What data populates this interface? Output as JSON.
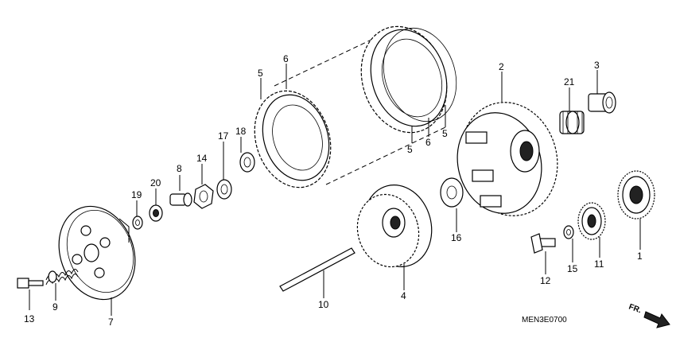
{
  "diagram": {
    "code": "MEN3E0700",
    "direction_label": "FR.",
    "callouts": [
      {
        "id": "c1",
        "label": "1"
      },
      {
        "id": "c2",
        "label": "2"
      },
      {
        "id": "c3",
        "label": "3"
      },
      {
        "id": "c4",
        "label": "4"
      },
      {
        "id": "c5a",
        "label": "5"
      },
      {
        "id": "c5b",
        "label": "5"
      },
      {
        "id": "c5c",
        "label": "5"
      },
      {
        "id": "c6a",
        "label": "6"
      },
      {
        "id": "c6b",
        "label": "6"
      },
      {
        "id": "c7",
        "label": "7"
      },
      {
        "id": "c8",
        "label": "8"
      },
      {
        "id": "c9",
        "label": "9"
      },
      {
        "id": "c10",
        "label": "10"
      },
      {
        "id": "c11",
        "label": "11"
      },
      {
        "id": "c12",
        "label": "12"
      },
      {
        "id": "c13",
        "label": "13"
      },
      {
        "id": "c14",
        "label": "14"
      },
      {
        "id": "c15",
        "label": "15"
      },
      {
        "id": "c16",
        "label": "16"
      },
      {
        "id": "c17",
        "label": "17"
      },
      {
        "id": "c18",
        "label": "18"
      },
      {
        "id": "c19",
        "label": "19"
      },
      {
        "id": "c20",
        "label": "20"
      },
      {
        "id": "c21",
        "label": "21"
      }
    ]
  }
}
